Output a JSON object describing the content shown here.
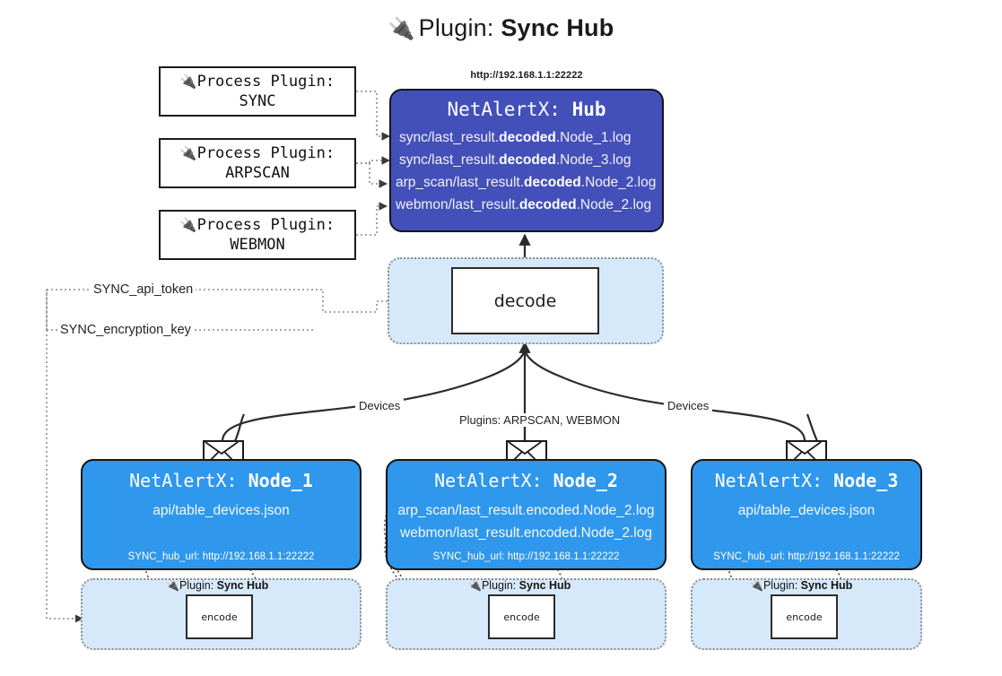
{
  "title": {
    "icon": "plug-icon",
    "prefix": "Plugin:",
    "name": "Sync Hub"
  },
  "process_plugins": [
    {
      "label": "Process Plugin:",
      "name": "SYNC",
      "icon": "plug-icon"
    },
    {
      "label": "Process Plugin:",
      "name": "ARPSCAN",
      "icon": "plug-icon"
    },
    {
      "label": "Process Plugin:",
      "name": "WEBMON",
      "icon": "plug-icon"
    }
  ],
  "hub": {
    "url": "http://192.168.1.1:22222",
    "title_prefix": "NetAlertX:",
    "title_name": "Hub",
    "logs": [
      {
        "pre": "sync/last_result.",
        "em": "decoded",
        "post": ".Node_1.log"
      },
      {
        "pre": "sync/last_result.",
        "em": "decoded",
        "post": ".Node_3.log"
      },
      {
        "pre": "arp_scan/last_result.",
        "em": "decoded",
        "post": ".Node_2.log"
      },
      {
        "pre": "webmon/last_result.",
        "em": "decoded",
        "post": ".Node_2.log"
      }
    ]
  },
  "decode": {
    "label": "decode"
  },
  "settings": {
    "api_token": "SYNC_api_token",
    "encryption_key": "SYNC_encryption_key"
  },
  "edge_labels": {
    "devices_left": "Devices",
    "plugins_center": "Plugins: ARPSCAN, WEBMON",
    "devices_right": "Devices"
  },
  "nodes": [
    {
      "title_prefix": "NetAlertX:",
      "title_name": "Node_1",
      "lines": [
        {
          "text": "api/table_devices.json"
        }
      ],
      "footer": "SYNC_hub_url: http://192.168.1.1:22222",
      "plugin_tag_prefix": "Plugin:",
      "plugin_tag_name": "Sync Hub",
      "encode_label": "encode"
    },
    {
      "title_prefix": "NetAlertX:",
      "title_name": "Node_2",
      "lines": [
        {
          "text": "arp_scan/last_result.encoded.Node_2.log"
        },
        {
          "text": "webmon/last_result.encoded.Node_2.log"
        }
      ],
      "footer": "SYNC_hub_url: http://192.168.1.1:22222",
      "plugin_tag_prefix": "Plugin:",
      "plugin_tag_name": "Sync Hub",
      "encode_label": "encode"
    },
    {
      "title_prefix": "NetAlertX:",
      "title_name": "Node_3",
      "lines": [
        {
          "text": "api/table_devices.json"
        }
      ],
      "footer": "SYNC_hub_url: http://192.168.1.1:22222",
      "plugin_tag_prefix": "Plugin:",
      "plugin_tag_name": "Sync Hub",
      "encode_label": "encode"
    }
  ],
  "colors": {
    "hub_blue": "#4450b9",
    "node_blue": "#2f97ec",
    "container_light_blue": "#d6e9fa",
    "stroke": "#1a1a1a"
  }
}
